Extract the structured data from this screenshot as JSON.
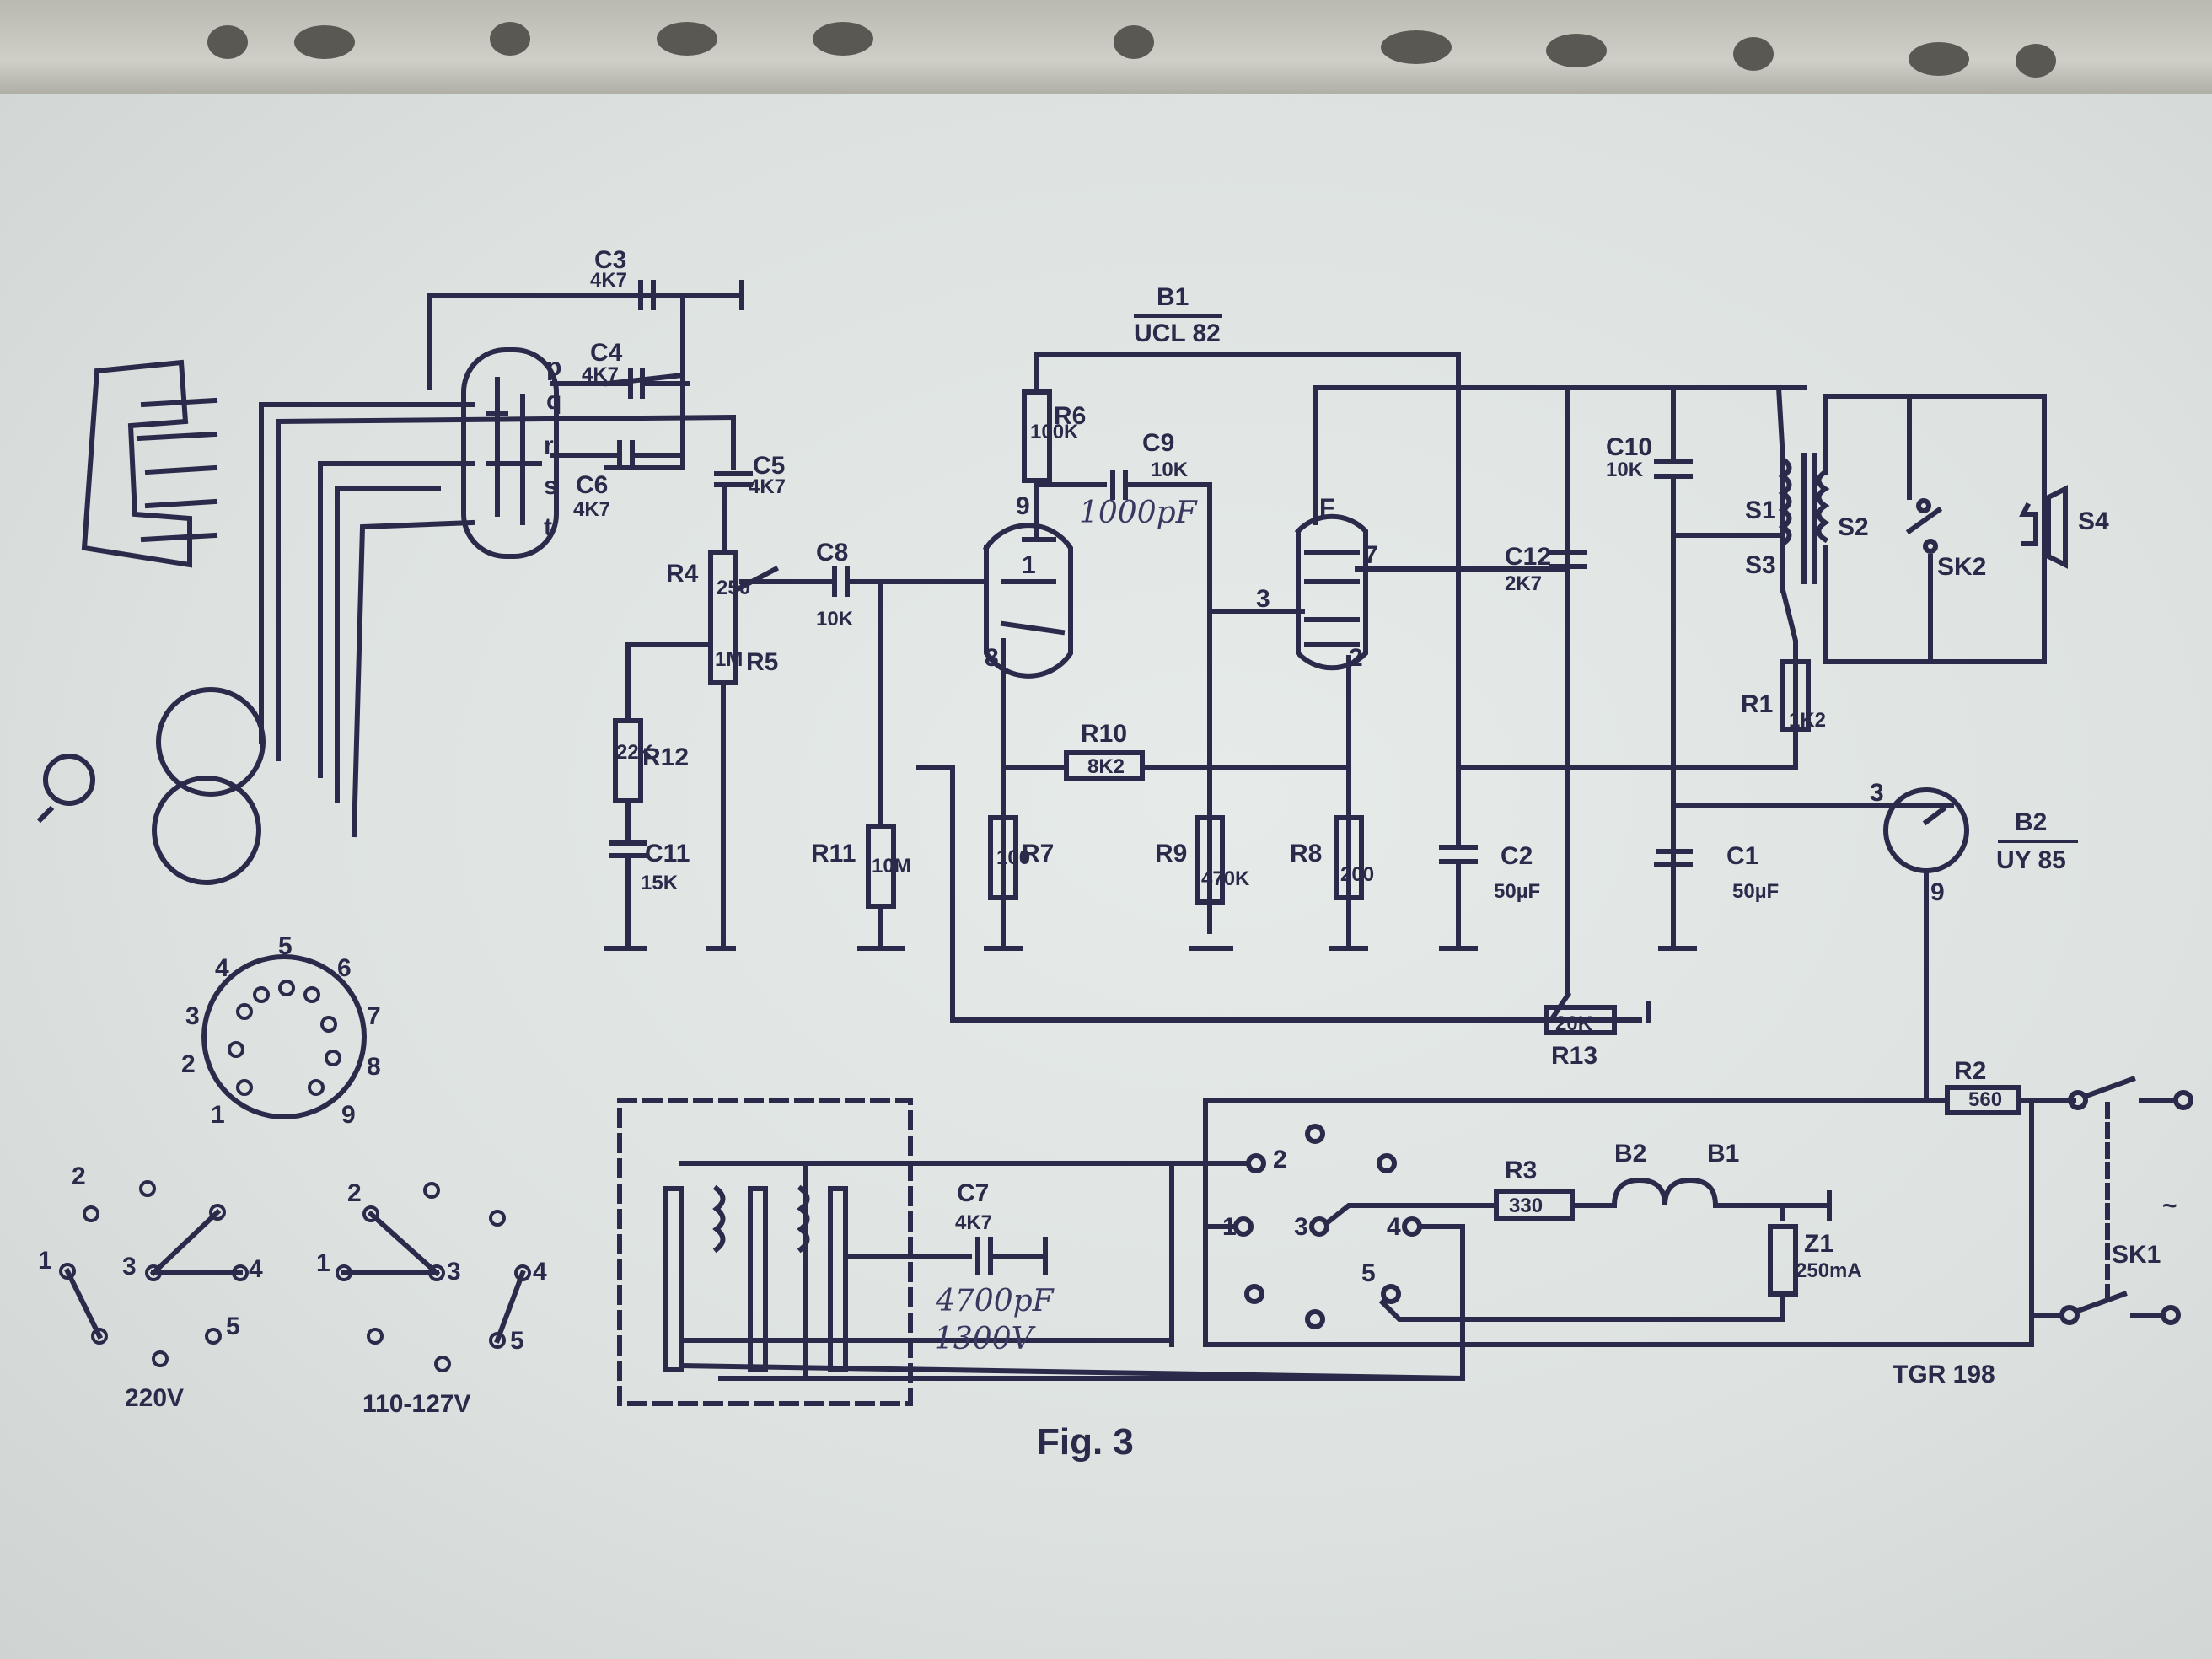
{
  "figure_caption": "Fig. 3",
  "drawing_code": "TGR 198",
  "tubes": {
    "b1": {
      "name": "B1",
      "type": "UCL 82"
    },
    "b2": {
      "name": "B2",
      "type": "UY 85"
    }
  },
  "pickup_pins": [
    "p",
    "q",
    "r",
    "s",
    "t"
  ],
  "components": {
    "c3": {
      "name": "C3",
      "value": "4K7"
    },
    "c4": {
      "name": "C4",
      "value": "4K7"
    },
    "c6": {
      "name": "C6",
      "value": "4K7"
    },
    "c5": {
      "name": "C5",
      "value": "4K7"
    },
    "c8": {
      "name": "C8",
      "value": "10K"
    },
    "c9": {
      "name": "C9",
      "value": "10K"
    },
    "c9_note": "1000pF",
    "c10": {
      "name": "C10",
      "value": "10K"
    },
    "c12": {
      "name": "C12",
      "value": "2K7"
    },
    "c11": {
      "name": "C11",
      "value": "15K"
    },
    "c2": {
      "name": "C2",
      "value": "50µF"
    },
    "c1": {
      "name": "C1",
      "value": "50µF"
    },
    "c7": {
      "name": "C7",
      "value": "4K7"
    },
    "c7_note_1": "4700pF",
    "c7_note_2": "1300V",
    "r4": {
      "name": "R4",
      "value": "250"
    },
    "r5": {
      "name": "R5",
      "value": "1M"
    },
    "r6": {
      "name": "R6",
      "value": "100K"
    },
    "r12": {
      "name": "R12",
      "value": "22K"
    },
    "r11": {
      "name": "R11",
      "value": "10M"
    },
    "r7": {
      "name": "R7",
      "value": "100"
    },
    "r9": {
      "name": "R9",
      "value": "470K"
    },
    "r8": {
      "name": "R8",
      "value": "200"
    },
    "r10": {
      "name": "R10",
      "value": "8K2"
    },
    "r13": {
      "name": "R13",
      "value": "20K"
    },
    "r1": {
      "name": "R1",
      "value": "1K2"
    },
    "r2": {
      "name": "R2",
      "value": "560"
    },
    "r3": {
      "name": "R3",
      "value": "330"
    },
    "z1": {
      "name": "Z1",
      "value": "250mA"
    },
    "s1": "S1",
    "s2": "S2",
    "s3": "S3",
    "s4": "S4",
    "sk1": "SK1",
    "sk2": "SK2",
    "b1_fil": "B1",
    "b2_fil": "B2"
  },
  "pin_numbers": {
    "b1_grid": "1",
    "b1_plate": "9",
    "b1_cathode": "8",
    "b1p_grid": "3",
    "b1p_plate": "7",
    "b1p_cathode": "2",
    "b1p_f": "F",
    "b2_a": "3",
    "b2_k": "9"
  },
  "socket_pins": [
    "1",
    "2",
    "3",
    "4",
    "5",
    "6",
    "7",
    "8",
    "9"
  ],
  "voltage_selector": {
    "left_label": "220V",
    "right_label": "110-127V",
    "pins": [
      "1",
      "2",
      "3",
      "4",
      "5"
    ]
  },
  "mains_symbol": "~"
}
